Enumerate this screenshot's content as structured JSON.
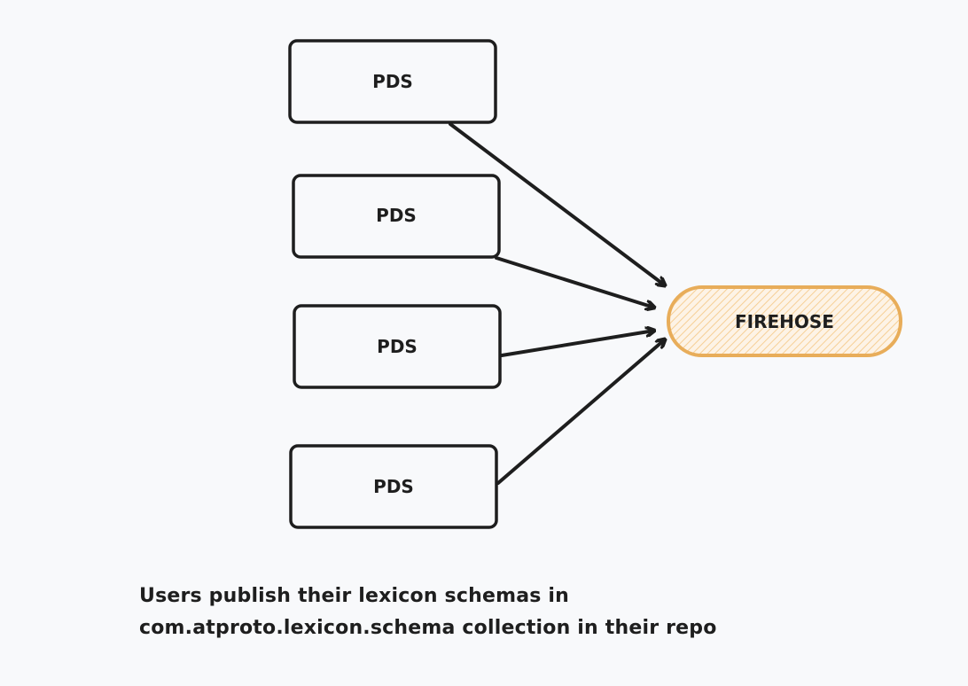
{
  "nodes": [
    {
      "label": "PDS"
    },
    {
      "label": "PDS"
    },
    {
      "label": "PDS"
    },
    {
      "label": "PDS"
    }
  ],
  "firehose": {
    "label": "FIREHOSE",
    "stroke": "#e8ad5a",
    "fill": "#fbd9a8"
  },
  "caption": {
    "line1": "Users publish their lexicon schemas in",
    "line2": "com.atproto.lexicon.schema collection in their repo"
  }
}
